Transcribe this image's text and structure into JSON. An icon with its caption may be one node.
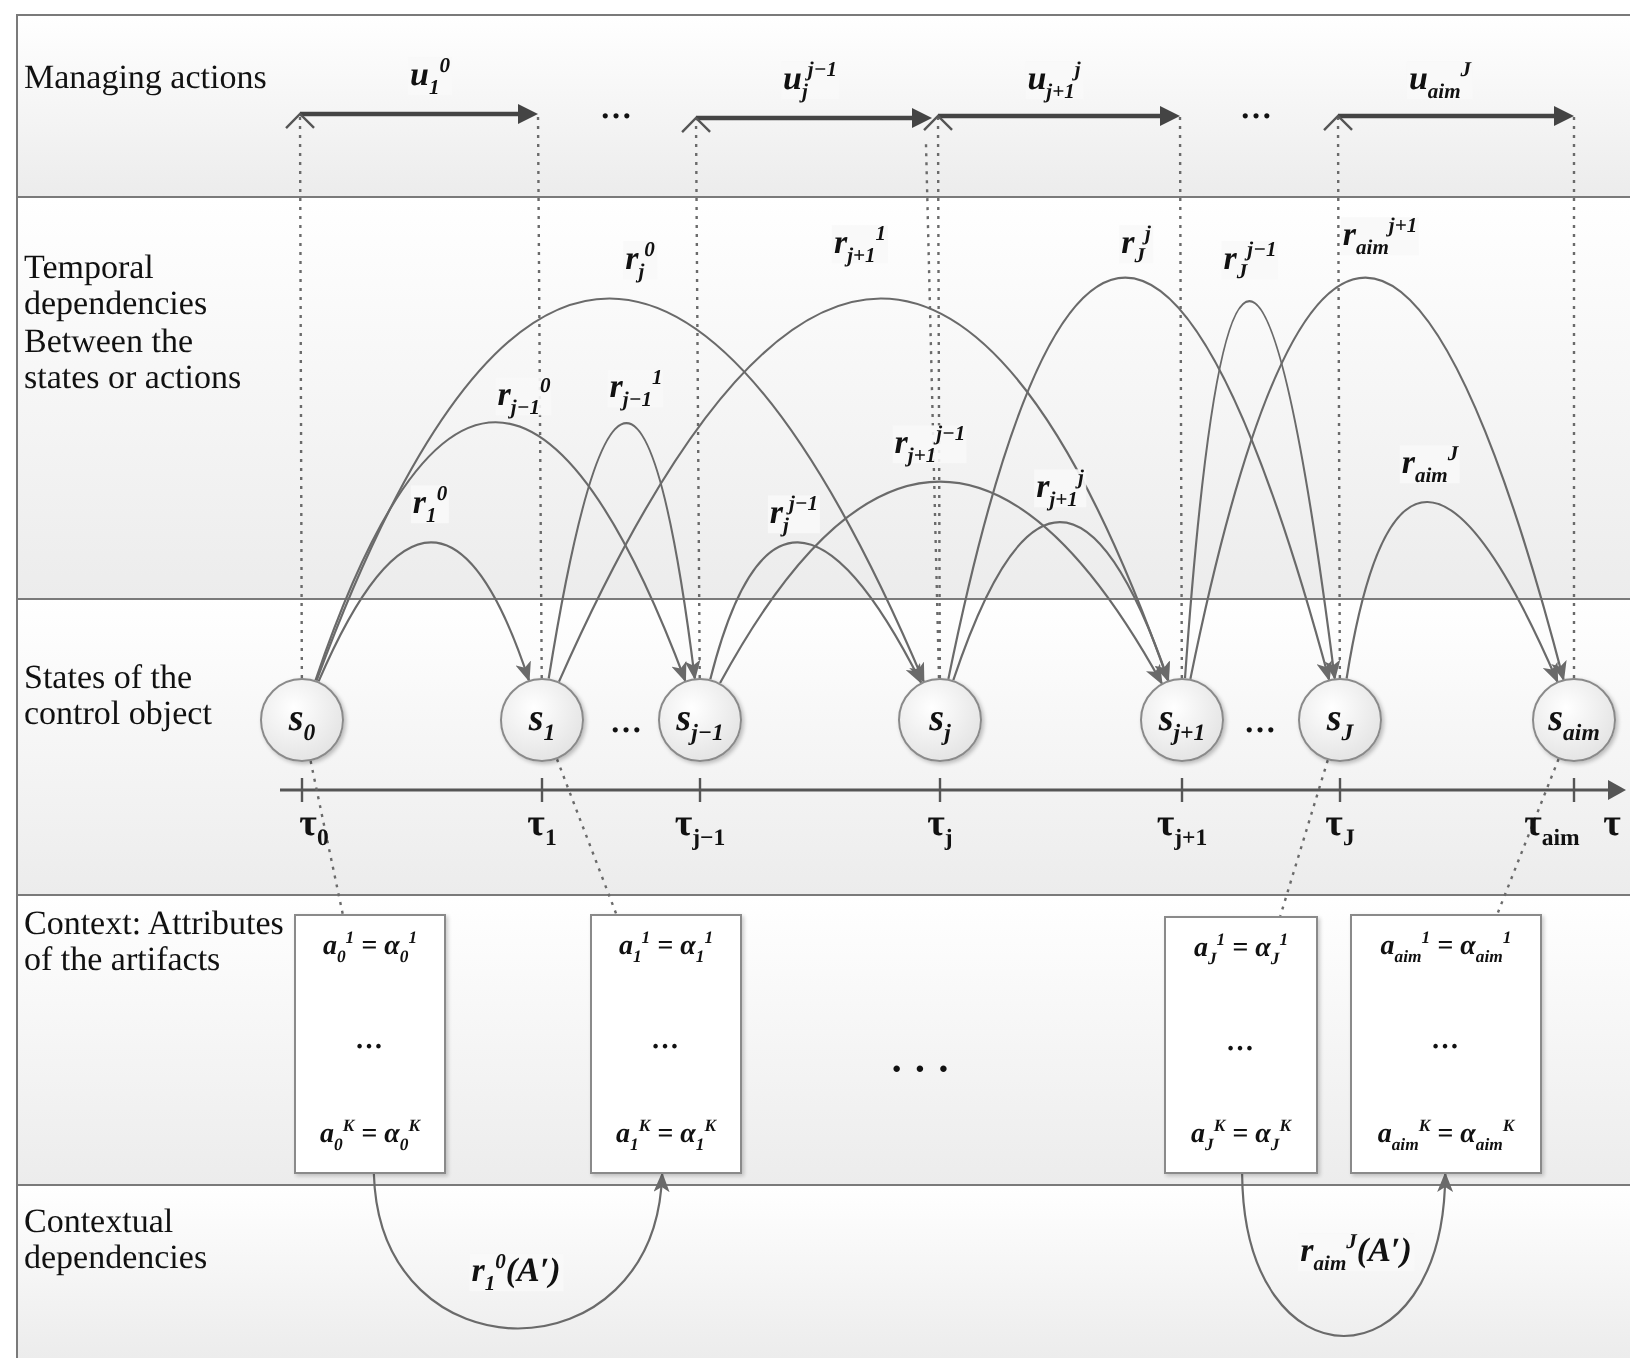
{
  "diagram": {
    "nodes": [
      {
        "text": [
          "s$_{0}$"
        ]
      },
      {
        "text": [
          "s$_{1}$"
        ]
      },
      {
        "text": [
          "s$_{j−1}$"
        ]
      },
      {
        "text": [
          "s$_{j}$"
        ]
      },
      {
        "text": [
          "s$_{j+1}$"
        ]
      },
      {
        "text": [
          "s$_{J}$"
        ]
      },
      {
        "text": [
          "s$_{aim}$"
        ]
      },
      {
        "text": [
          "a$_{0}$$^{1}$ = α$_{0}$$^{1}$",
          "…",
          "a$_{0}$$^{K}$ = α$_{0}$$^{K}$"
        ]
      },
      {
        "text": [
          "a$_{1}$$^{1}$ = α$_{1}$$^{1}$",
          "…",
          "a$_{1}$$^{K}$ = α$_{1}$$^{K}$"
        ]
      },
      {
        "text": [
          "a$_{J}$$^{1}$ = α$_{J}$$^{1}$",
          "…",
          "a$_{J}$$^{K}$ = α$_{J}$$^{K}$"
        ]
      },
      {
        "text": [
          "a$_{aim}$$^{1}$ = α$_{aim}$$^{1}$",
          "…",
          "a$_{aim}$$^{K}$ = α$_{aim}$$^{K}$"
        ]
      }
    ],
    "edges": [
      {
        "from": 0,
        "to": 1,
        "arrow": "to",
        "label": "r$_{1}$$^{0}$"
      },
      {
        "from": 0,
        "to": 2,
        "arrow": "to",
        "label": "r$_{j−1}$$^{0}$"
      },
      {
        "from": 0,
        "to": 3,
        "arrow": "to",
        "label": "r$_{j}$$^{0}$"
      },
      {
        "from": 1,
        "to": 2,
        "arrow": "to",
        "label": "r$_{j−1}$$^{1}$"
      },
      {
        "from": 1,
        "to": 4,
        "arrow": "to",
        "label": "r$_{j+1}$$^{1}$"
      },
      {
        "from": 2,
        "to": 3,
        "arrow": "to",
        "label": "r$_{j}$$^{j−1}$"
      },
      {
        "from": 2,
        "to": 4,
        "arrow": "to",
        "label": "r$_{j+1}$$^{j−1}$"
      },
      {
        "from": 3,
        "to": 4,
        "arrow": "to",
        "label": "r$_{j+1}$$^{j}$"
      },
      {
        "from": 3,
        "to": 5,
        "arrow": "to",
        "label": "r$_{J}$$^{j}$"
      },
      {
        "from": 4,
        "to": 5,
        "arrow": "to",
        "label": "r$_{J}$$^{j−1}$"
      },
      {
        "from": 4,
        "to": 6,
        "arrow": "to",
        "label": "r$_{aim}$$^{j+1}$"
      },
      {
        "from": 5,
        "to": 6,
        "arrow": "to",
        "label": "r$_{aim}$$^{J}$"
      },
      {
        "from": 0,
        "to": 7,
        "arrow": "none",
        "style": "dashed"
      },
      {
        "from": 1,
        "to": 8,
        "arrow": "none",
        "style": "dashed"
      },
      {
        "from": 5,
        "to": 9,
        "arrow": "none",
        "style": "dashed"
      },
      {
        "from": 6,
        "to": 10,
        "arrow": "none",
        "style": "dashed"
      },
      {
        "from": 7,
        "to": 8,
        "arrow": "to",
        "label": "r$_{1}$$^{0}$(A′)"
      },
      {
        "from": 9,
        "to": 10,
        "arrow": "to",
        "label": "r$_{aim}$$^{J}$(A′)"
      },
      {
        "from": 0,
        "to": null,
        "arrow": "to",
        "style": "dashed"
      },
      {
        "from": 1,
        "to": null,
        "arrow": "none",
        "style": "dashed"
      },
      {
        "from": 2,
        "to": null,
        "arrow": "to",
        "style": "dashed"
      },
      {
        "from": 3,
        "to": null,
        "arrow": "none",
        "style": "dashed"
      },
      {
        "from": 3,
        "to": null,
        "arrow": "to",
        "style": "dashed"
      },
      {
        "from": 4,
        "to": null,
        "arrow": "none",
        "style": "dashed"
      },
      {
        "from": 5,
        "to": null,
        "arrow": "to",
        "style": "dashed"
      },
      {
        "from": 6,
        "to": null,
        "arrow": "none",
        "style": "dashed"
      }
    ],
    "labels": [
      "Managing actions",
      "u$_{1}$$^{0}$",
      "…",
      "u$_{j}$$^{j−1}$",
      "u$_{j+1}$$^{j}$",
      "…",
      "u$_{aim}$$^{J}$",
      "Temporal dependencies Between the states or actions",
      "States of the control object",
      "…",
      "…",
      "τ$_{0}$",
      "τ$_{1}$",
      "τ$_{j−1}$",
      "τ$_{j}$",
      "τ$_{j+1}$",
      "τ$_{J}$",
      "τ$_{aim}$",
      "τ",
      "Context: Attributes of the artifacts",
      "· · ·",
      "Contextual dependencies"
    ]
  }
}
